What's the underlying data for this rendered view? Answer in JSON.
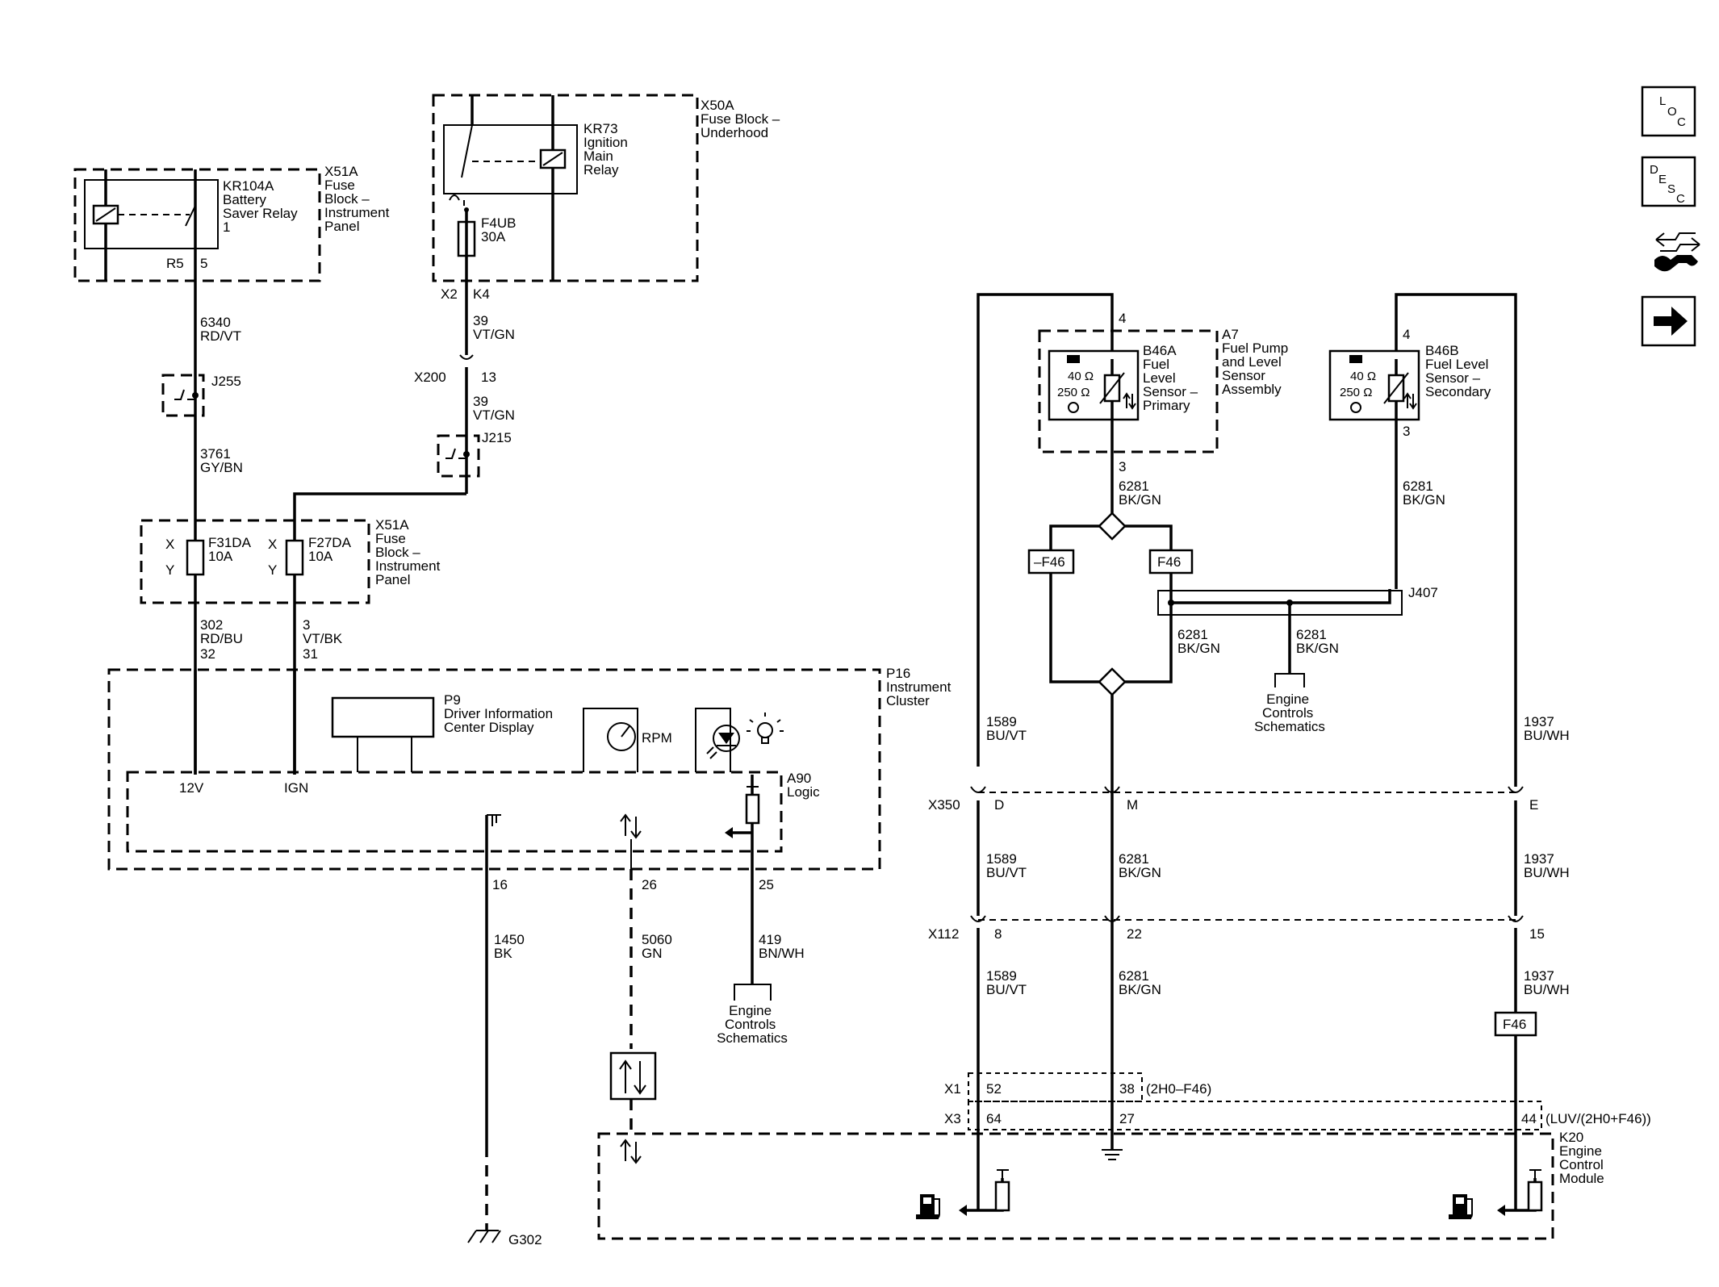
{
  "nav": {
    "loc": {
      "l1": "L",
      "l2": "O",
      "l3": "C"
    },
    "desc": {
      "l1": "D",
      "l2": "E",
      "l3": "S",
      "l4": "C"
    }
  },
  "kr104a": {
    "label": [
      "KR104A",
      "Battery",
      "Saver Relay",
      "1"
    ],
    "pin_r5": "R5",
    "pin_5": "5",
    "x51a": [
      "X51A",
      "Fuse",
      "Block –",
      "Instrument",
      "Panel"
    ]
  },
  "x50a": {
    "label": [
      "X50A",
      "Fuse Block –",
      "Underhood"
    ],
    "kr73": [
      "KR73",
      "Ignition",
      "Main",
      "Relay"
    ],
    "f4ub": [
      "F4UB",
      "30A"
    ],
    "x2": "X2",
    "k4": "K4"
  },
  "wires_left": {
    "w6340": [
      "6340",
      "RD/VT"
    ],
    "j255": "J255",
    "w3761": [
      "3761",
      "GY/BN"
    ],
    "w39a": [
      "39",
      "VT/GN"
    ],
    "x200": "X200",
    "x200pin": "13",
    "w39b": [
      "39",
      "VT/GN"
    ],
    "j215": "J215"
  },
  "fuseblock2": {
    "f31da": [
      "F31DA",
      "10A"
    ],
    "f27da": [
      "F27DA",
      "10A"
    ],
    "x": "X",
    "y": "Y",
    "label": [
      "X51A",
      "Fuse",
      "Block –",
      "Instrument",
      "Panel"
    ],
    "w302": [
      "302",
      "RD/BU",
      "32"
    ],
    "w3": [
      "3",
      "VT/BK",
      "31"
    ]
  },
  "p16": {
    "label": [
      "P16",
      "Instrument",
      "Cluster"
    ],
    "p9": [
      "P9",
      "Driver Information",
      "Center Display"
    ],
    "rpm": "RPM",
    "a90": [
      "A90",
      "Logic"
    ],
    "v12": "12V",
    "ign": "IGN",
    "pin16": "16",
    "pin26": "26",
    "pin25": "25"
  },
  "lower_left": {
    "w1450": [
      "1450",
      "BK"
    ],
    "w5060": [
      "5060",
      "GN"
    ],
    "w419": [
      "419",
      "BN/WH"
    ],
    "ecs": [
      "Engine",
      "Controls",
      "Schematics"
    ],
    "g302": "G302"
  },
  "a7": {
    "label": [
      "A7",
      "Fuel Pump",
      "and Level",
      "Sensor",
      "Assembly"
    ],
    "b46a": [
      "B46A",
      "Fuel",
      "Level",
      "Sensor –",
      "Primary"
    ],
    "pin4": "4",
    "pin3": "3",
    "ohm40": "40 Ω",
    "ohm250": "250 Ω"
  },
  "b46b": {
    "label": [
      "B46B",
      "Fuel Level",
      "Sensor –",
      "Secondary"
    ],
    "pin4": "4",
    "pin3": "3",
    "ohm40": "40 Ω",
    "ohm250": "250 Ω"
  },
  "right_wires": {
    "w6281a": [
      "6281",
      "BK/GN"
    ],
    "w6281b": [
      "6281",
      "BK/GN"
    ],
    "w6281c": [
      "6281",
      "BK/GN"
    ],
    "w6281d": [
      "6281",
      "BK/GN"
    ],
    "nf46": "–F46",
    "f46": "F46",
    "j407": "J407",
    "ecs": [
      "Engine",
      "Controls",
      "Schematics"
    ],
    "w1589a": [
      "1589",
      "BU/VT"
    ],
    "w1937a": [
      "1937",
      "BU/WH"
    ],
    "x350": "X350",
    "d": "D",
    "m": "M",
    "e": "E",
    "w1589b": [
      "1589",
      "BU/VT"
    ],
    "w6281e": [
      "6281",
      "BK/GN"
    ],
    "w1937b": [
      "1937",
      "BU/WH"
    ],
    "x112": "X112",
    "p8": "8",
    "p22": "22",
    "p15": "15",
    "w1589c": [
      "1589",
      "BU/VT"
    ],
    "w6281f": [
      "6281",
      "BK/GN"
    ],
    "w1937c": [
      "1937",
      "BU/WH"
    ],
    "f46b": "F46"
  },
  "k20": {
    "x1": "X1",
    "x1a": "52",
    "x1b": "38",
    "x1note": "(2H0–F46)",
    "x3": "X3",
    "x3a": "64",
    "x3b": "27",
    "x3c": "44",
    "x3note": "(LUV/(2H0+F46))",
    "label": [
      "K20",
      "Engine",
      "Control",
      "Module"
    ]
  }
}
